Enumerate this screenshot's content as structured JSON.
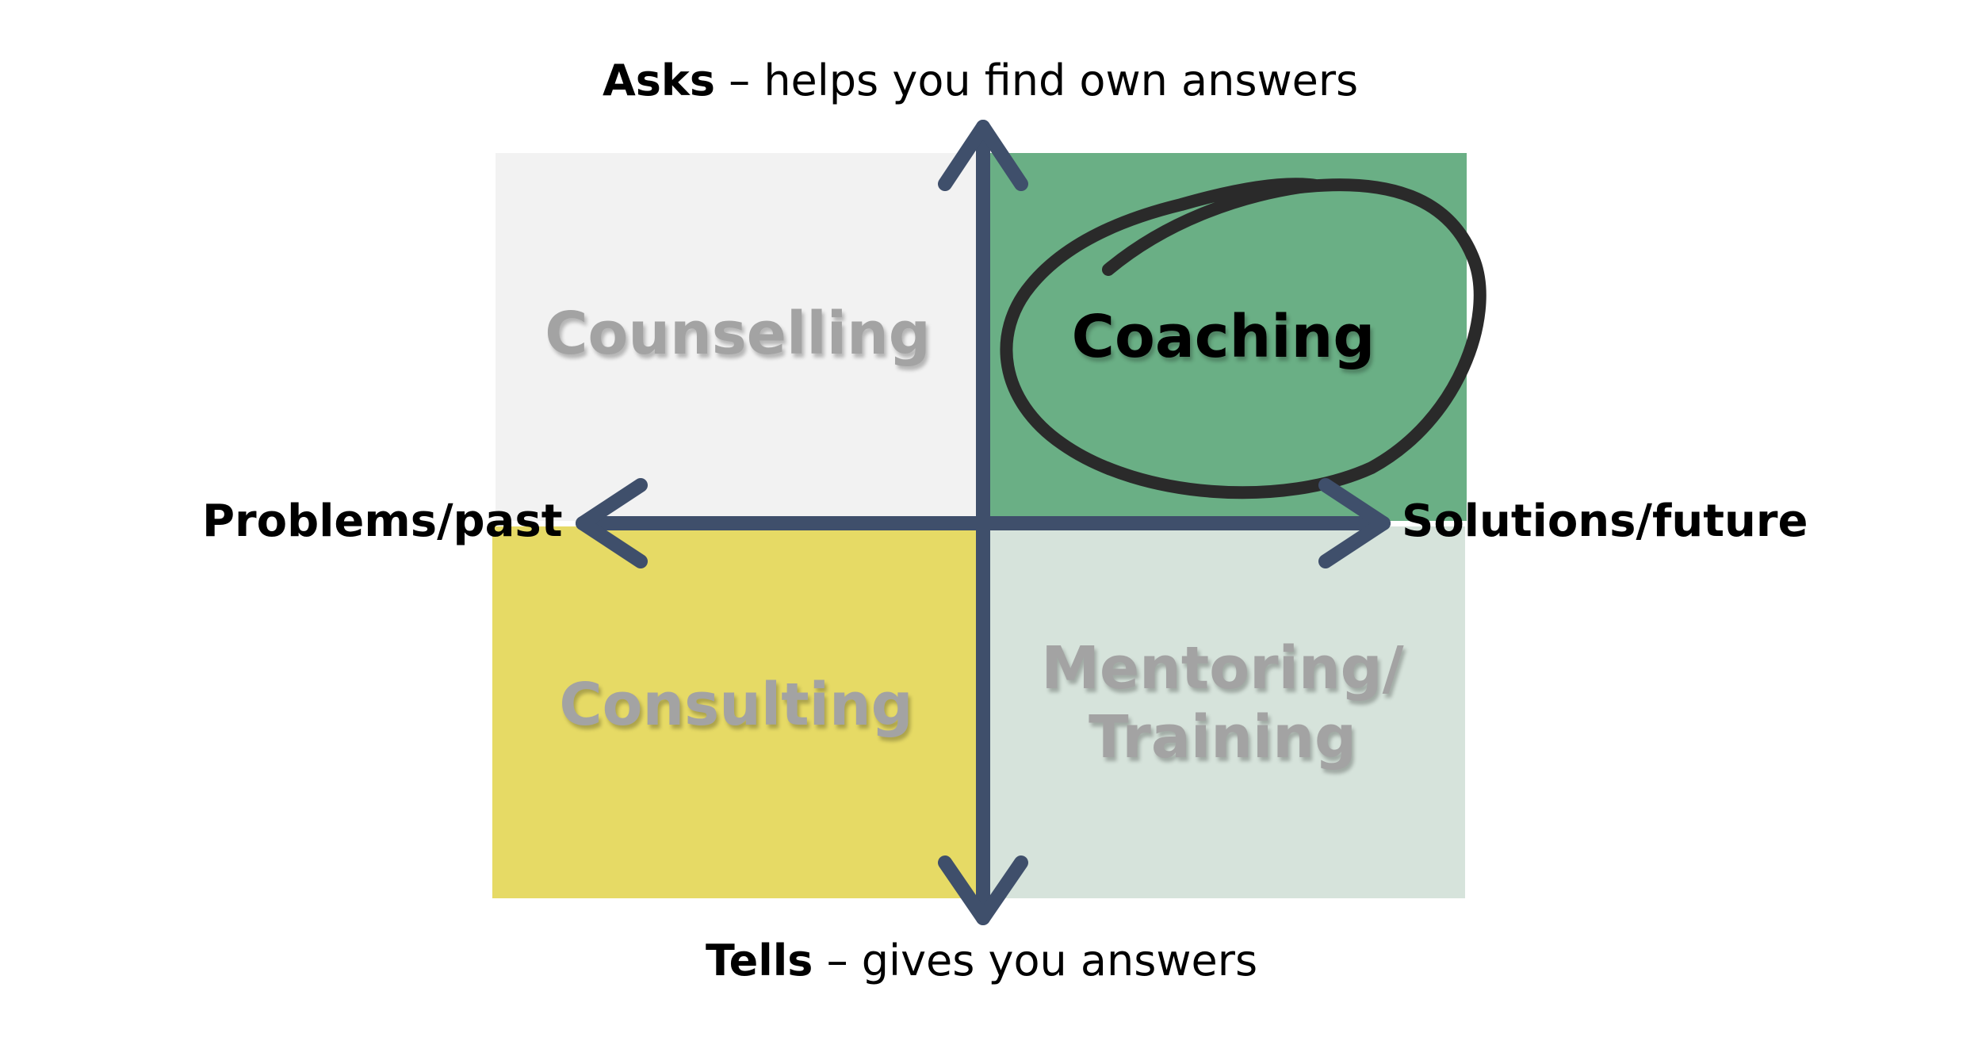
{
  "axes": {
    "top": {
      "bold": "Asks",
      "rest": " – helps you find own answers"
    },
    "bottom": {
      "bold": "Tells",
      "rest": " – gives you answers"
    },
    "left": "Problems/past",
    "right": "Solutions/future"
  },
  "quadrants": {
    "top_left": {
      "label": "Counselling"
    },
    "top_right": {
      "label": "Coaching",
      "highlighted": true
    },
    "bottom_left": {
      "label": "Consulting"
    },
    "bottom_right": {
      "label": "Mentoring/ Training"
    }
  },
  "colors": {
    "top_left": "#f2f2f2",
    "top_right": "#6aaf85",
    "bottom_left": "#e6da65",
    "bottom_right": "#d6e3db",
    "axis": "#3f4f6b",
    "highlight_circle": "#2a2a2a",
    "muted_label": "#a3a3a3"
  }
}
